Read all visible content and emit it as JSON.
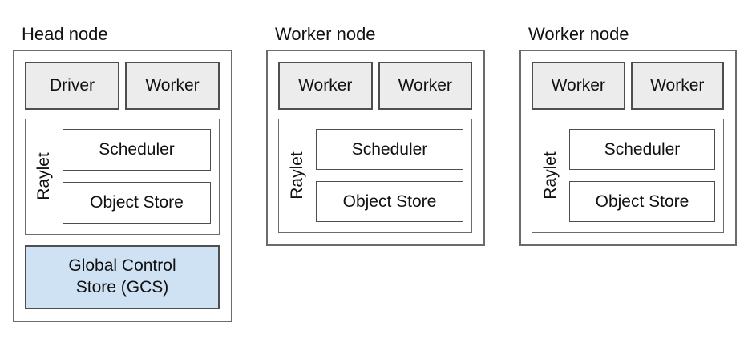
{
  "diagram": {
    "title_hint": "Ray cluster architecture",
    "colors": {
      "page_bg": "#ffffff",
      "box_fill_gray": "#ececec",
      "gcs_fill_blue": "#cfe2f3",
      "border_mid": "#6b6b6b",
      "border_dark": "#4f4f4f"
    },
    "nodes": [
      {
        "title": "Head node",
        "process_boxes": [
          "Driver",
          "Worker"
        ],
        "raylet_label": "Raylet",
        "scheduler_label": "Scheduler",
        "object_store_label": "Object Store",
        "gcs_label": "Global Control Store (GCS)"
      },
      {
        "title": "Worker node",
        "process_boxes": [
          "Worker",
          "Worker"
        ],
        "raylet_label": "Raylet",
        "scheduler_label": "Scheduler",
        "object_store_label": "Object Store"
      },
      {
        "title": "Worker node",
        "process_boxes": [
          "Worker",
          "Worker"
        ],
        "raylet_label": "Raylet",
        "scheduler_label": "Scheduler",
        "object_store_label": "Object Store"
      }
    ]
  }
}
